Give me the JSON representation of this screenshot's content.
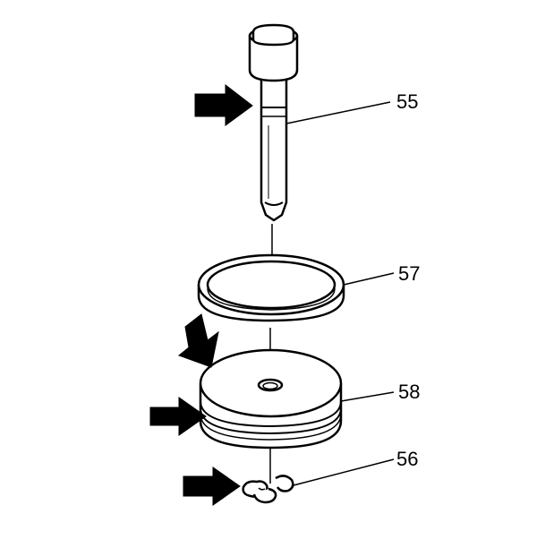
{
  "callouts": {
    "piston": "55",
    "ring": "57",
    "disc": "58",
    "clip": "56"
  },
  "colors": {
    "line": "#000000",
    "background": "#ffffff"
  },
  "icons": [
    "arrow-icon"
  ]
}
